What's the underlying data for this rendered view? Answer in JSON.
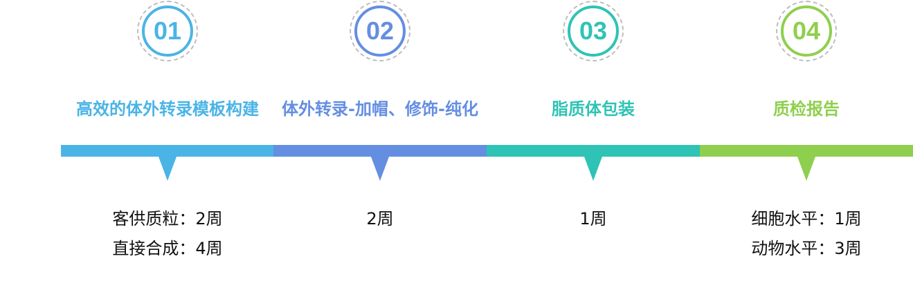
{
  "steps": [
    {
      "number": "01",
      "title": "高效的体外转录模板构建",
      "lines": [
        "客供质粒：2周",
        "直接合成：4周"
      ],
      "color": "#4ab4e6"
    },
    {
      "number": "02",
      "title": "体外转录-加帽、修饰-纯化",
      "lines": [
        "2周"
      ],
      "color": "#648ee2"
    },
    {
      "number": "03",
      "title": "脂质体包装",
      "lines": [
        "1周"
      ],
      "color": "#2fc3b5"
    },
    {
      "number": "04",
      "title": "质检报告",
      "lines": [
        "细胞水平：1周",
        "动物水平：3周"
      ],
      "color": "#8fcf4e"
    }
  ]
}
